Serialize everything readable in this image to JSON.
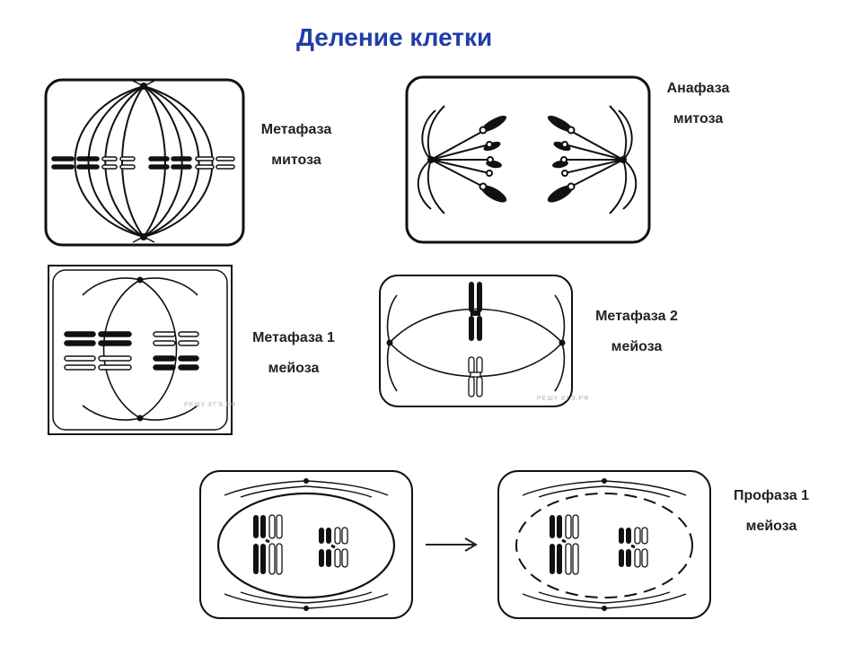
{
  "title": "Деление клетки",
  "labels": {
    "metaphase_mitosis": [
      "Метафаза",
      "митоза"
    ],
    "anaphase_mitosis": [
      "Анафаза",
      "митоза"
    ],
    "metaphase1_meiosis": [
      "Метафаза 1",
      "мейоза"
    ],
    "metaphase2_meiosis": [
      "Метафаза 2",
      "мейоза"
    ],
    "prophase1_meiosis": [
      "Профаза 1",
      "мейоза"
    ]
  },
  "watermark": "РЕШУ ЕГЭ.РФ",
  "arrow_icon": "right-arrow-icon"
}
